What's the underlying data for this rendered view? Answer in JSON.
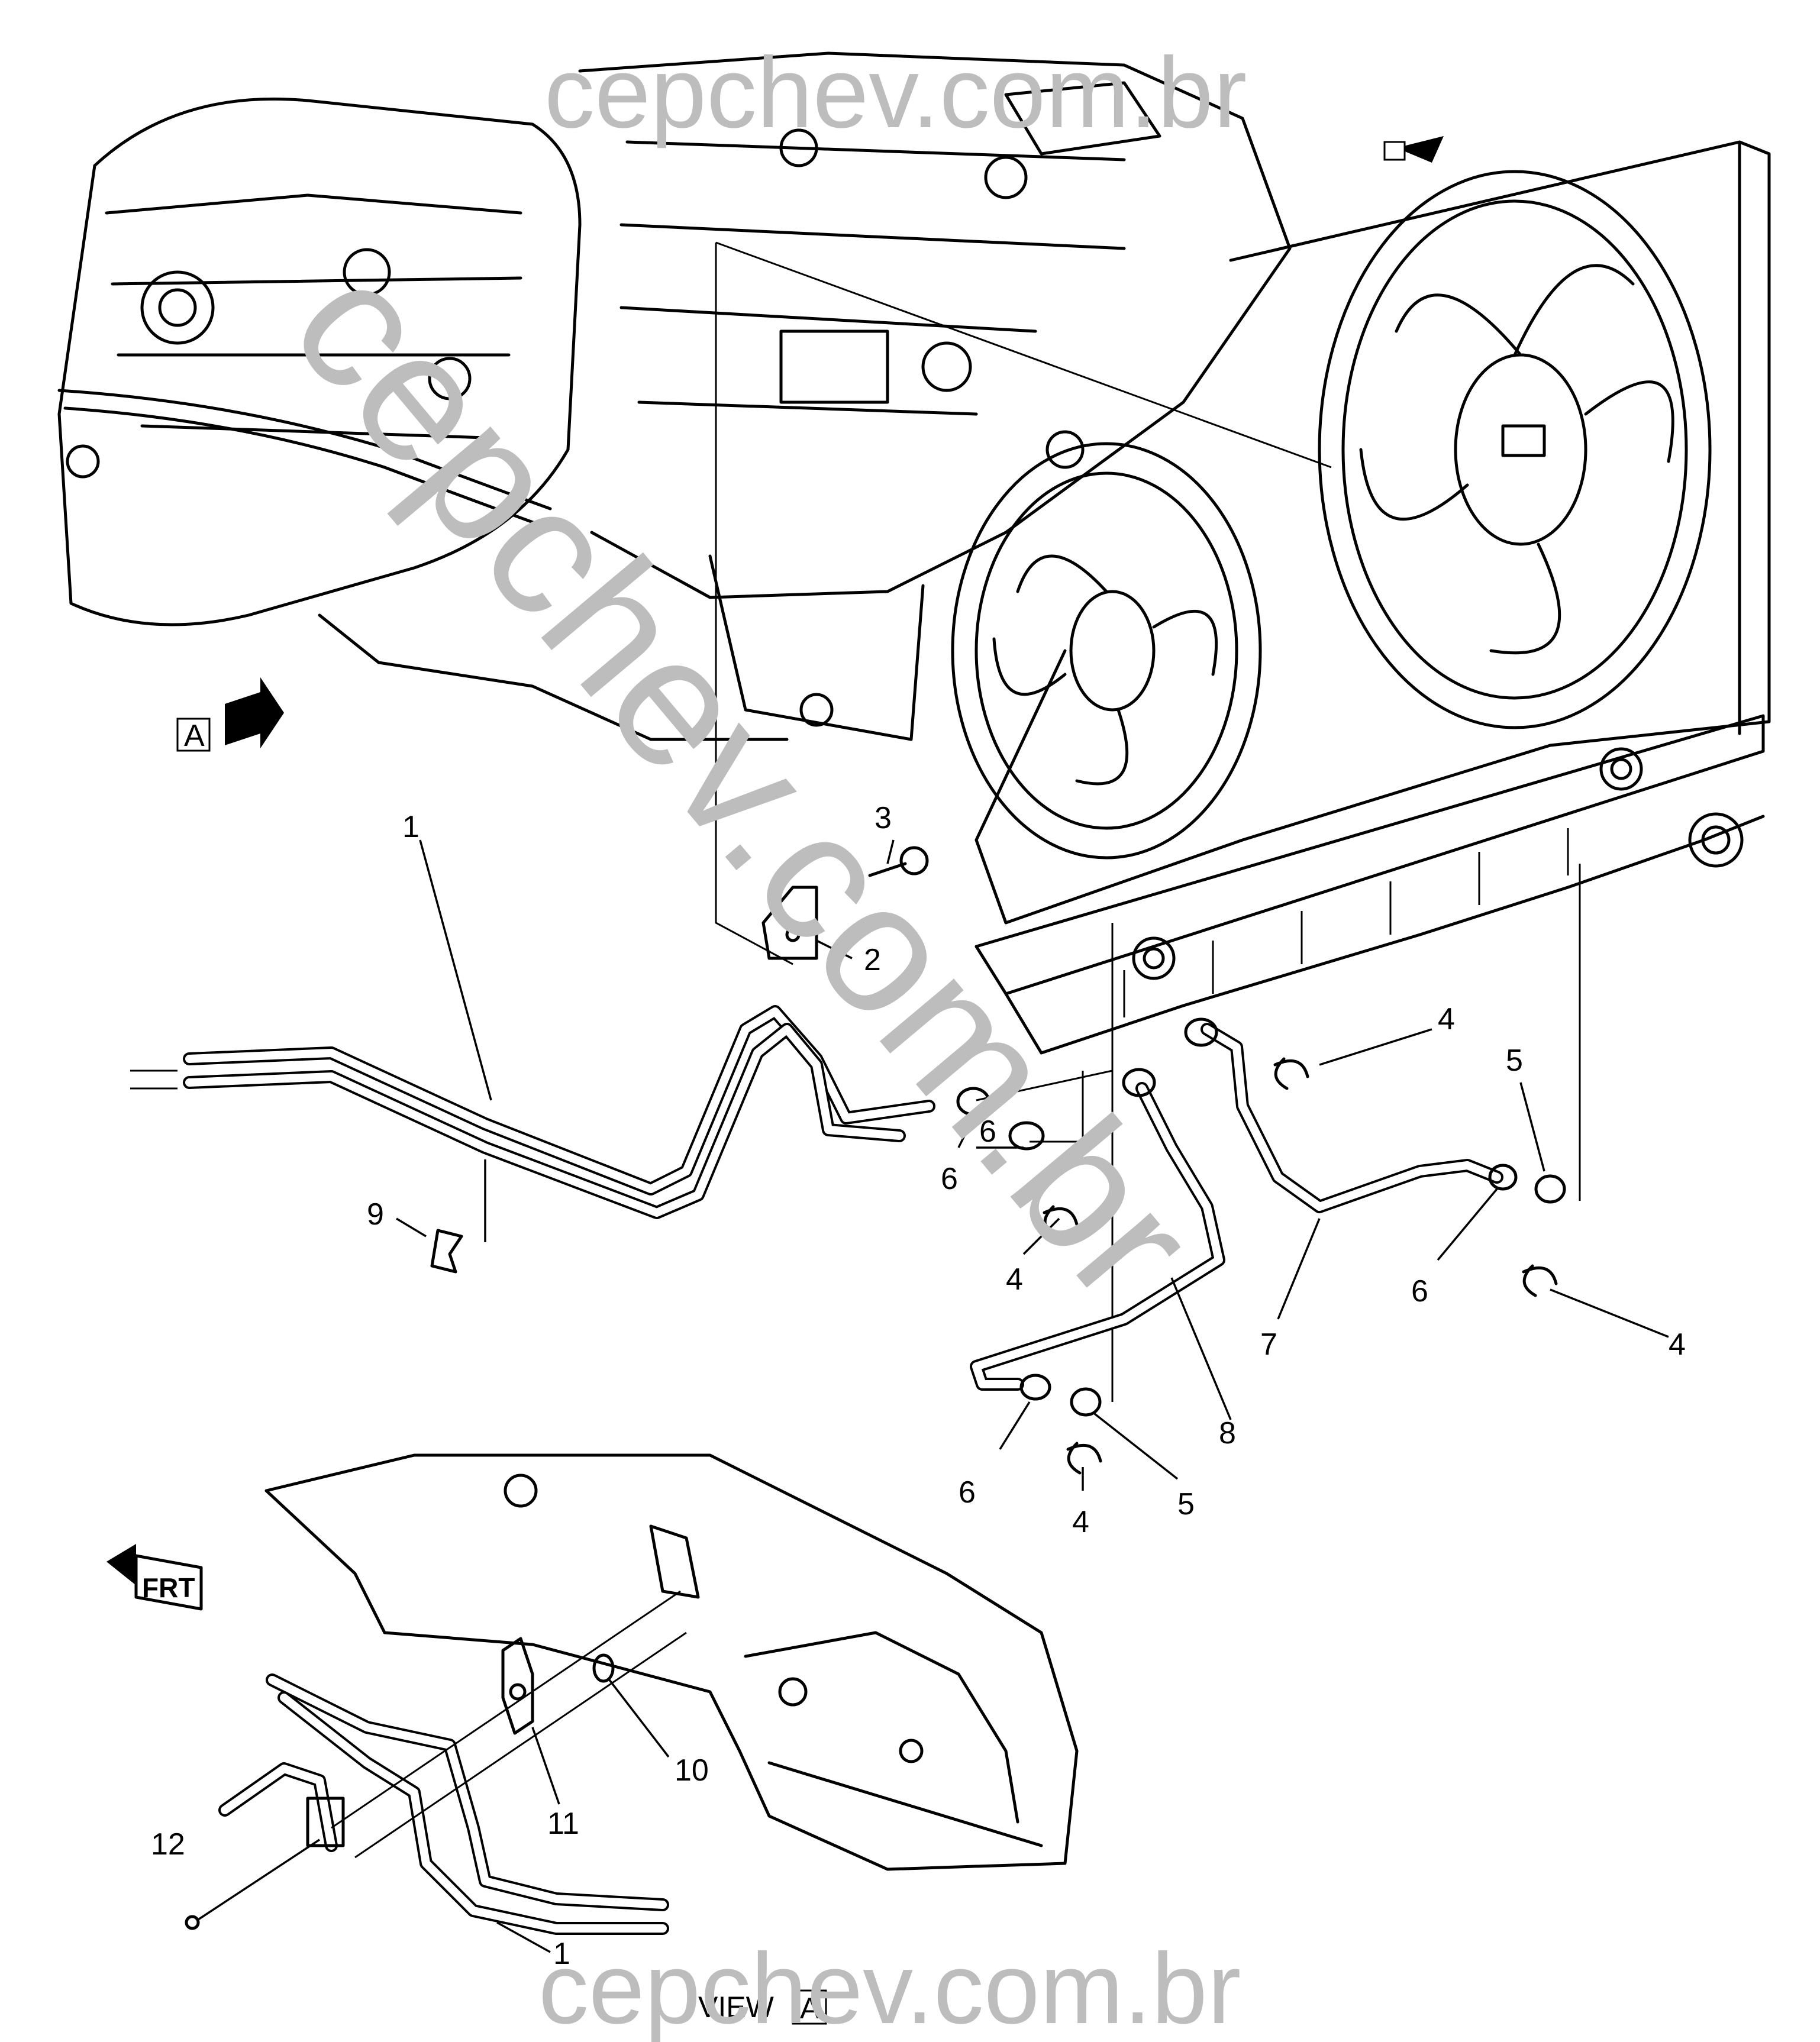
{
  "watermarks": {
    "top": "cepchev.com.br",
    "diagonal": "cepchev.com.br",
    "bottom": "cepchev.com.br"
  },
  "view_marker": {
    "letter": "A"
  },
  "view_caption": {
    "word": "VIEW",
    "letter": "A"
  },
  "front_marker": "FRT",
  "callouts": [
    "1",
    "2",
    "3",
    "4",
    "4",
    "4",
    "4",
    "5",
    "5",
    "6",
    "6",
    "6",
    "6",
    "7",
    "8",
    "9",
    "10",
    "11",
    "12",
    "1"
  ]
}
